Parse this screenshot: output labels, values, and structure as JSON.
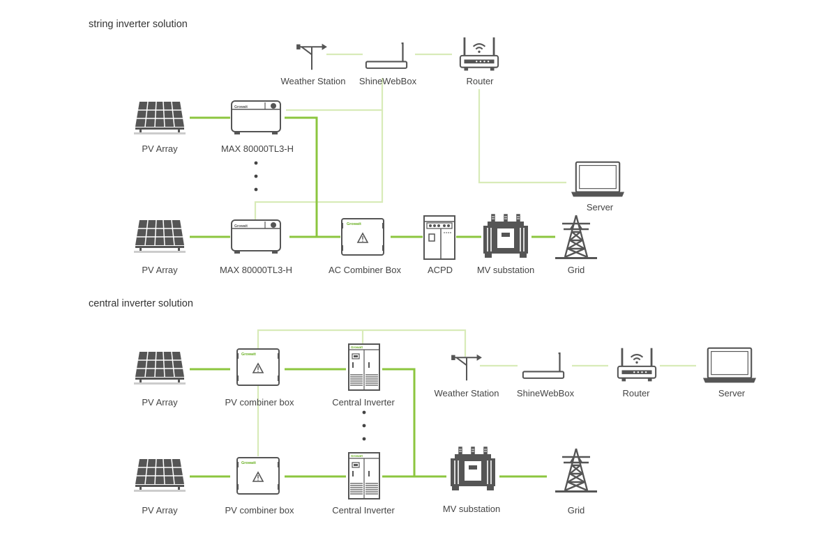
{
  "sections": {
    "string_title": "string inverter solution",
    "central_title": "central inverter solution"
  },
  "string": {
    "weather_station": "Weather Station",
    "webbox": "ShineWebBox",
    "router": "Router",
    "server": "Server",
    "pv_array_1": "PV Array",
    "inverter_1": "MAX 80000TL3-H",
    "pv_array_2": "PV Array",
    "inverter_2": "MAX 80000TL3-H",
    "ac_combiner": "AC Combiner Box",
    "acpd": "ACPD",
    "mv_substation": "MV substation",
    "grid": "Grid"
  },
  "central": {
    "pv_array_1": "PV Array",
    "pv_combiner_1": "PV combiner box",
    "central_inverter_1": "Central Inverter",
    "weather_station": "Weather Station",
    "webbox": "ShineWebBox",
    "router": "Router",
    "server": "Server",
    "pv_array_2": "PV Array",
    "pv_combiner_2": "PV combiner box",
    "central_inverter_2": "Central Inverter",
    "mv_substation": "MV substation",
    "grid": "Grid"
  },
  "brand_mark": "Growatt",
  "colors": {
    "power_line": "#8cc63f",
    "comm_line": "#d8ebb8",
    "icon": "#4d4d4d"
  },
  "icons": [
    "solar-panel-icon",
    "string-inverter-icon",
    "combiner-box-icon",
    "acpd-cabinet-icon",
    "transformer-icon",
    "transmission-tower-icon",
    "weather-station-icon",
    "webbox-icon",
    "router-icon",
    "laptop-icon",
    "central-inverter-icon"
  ]
}
